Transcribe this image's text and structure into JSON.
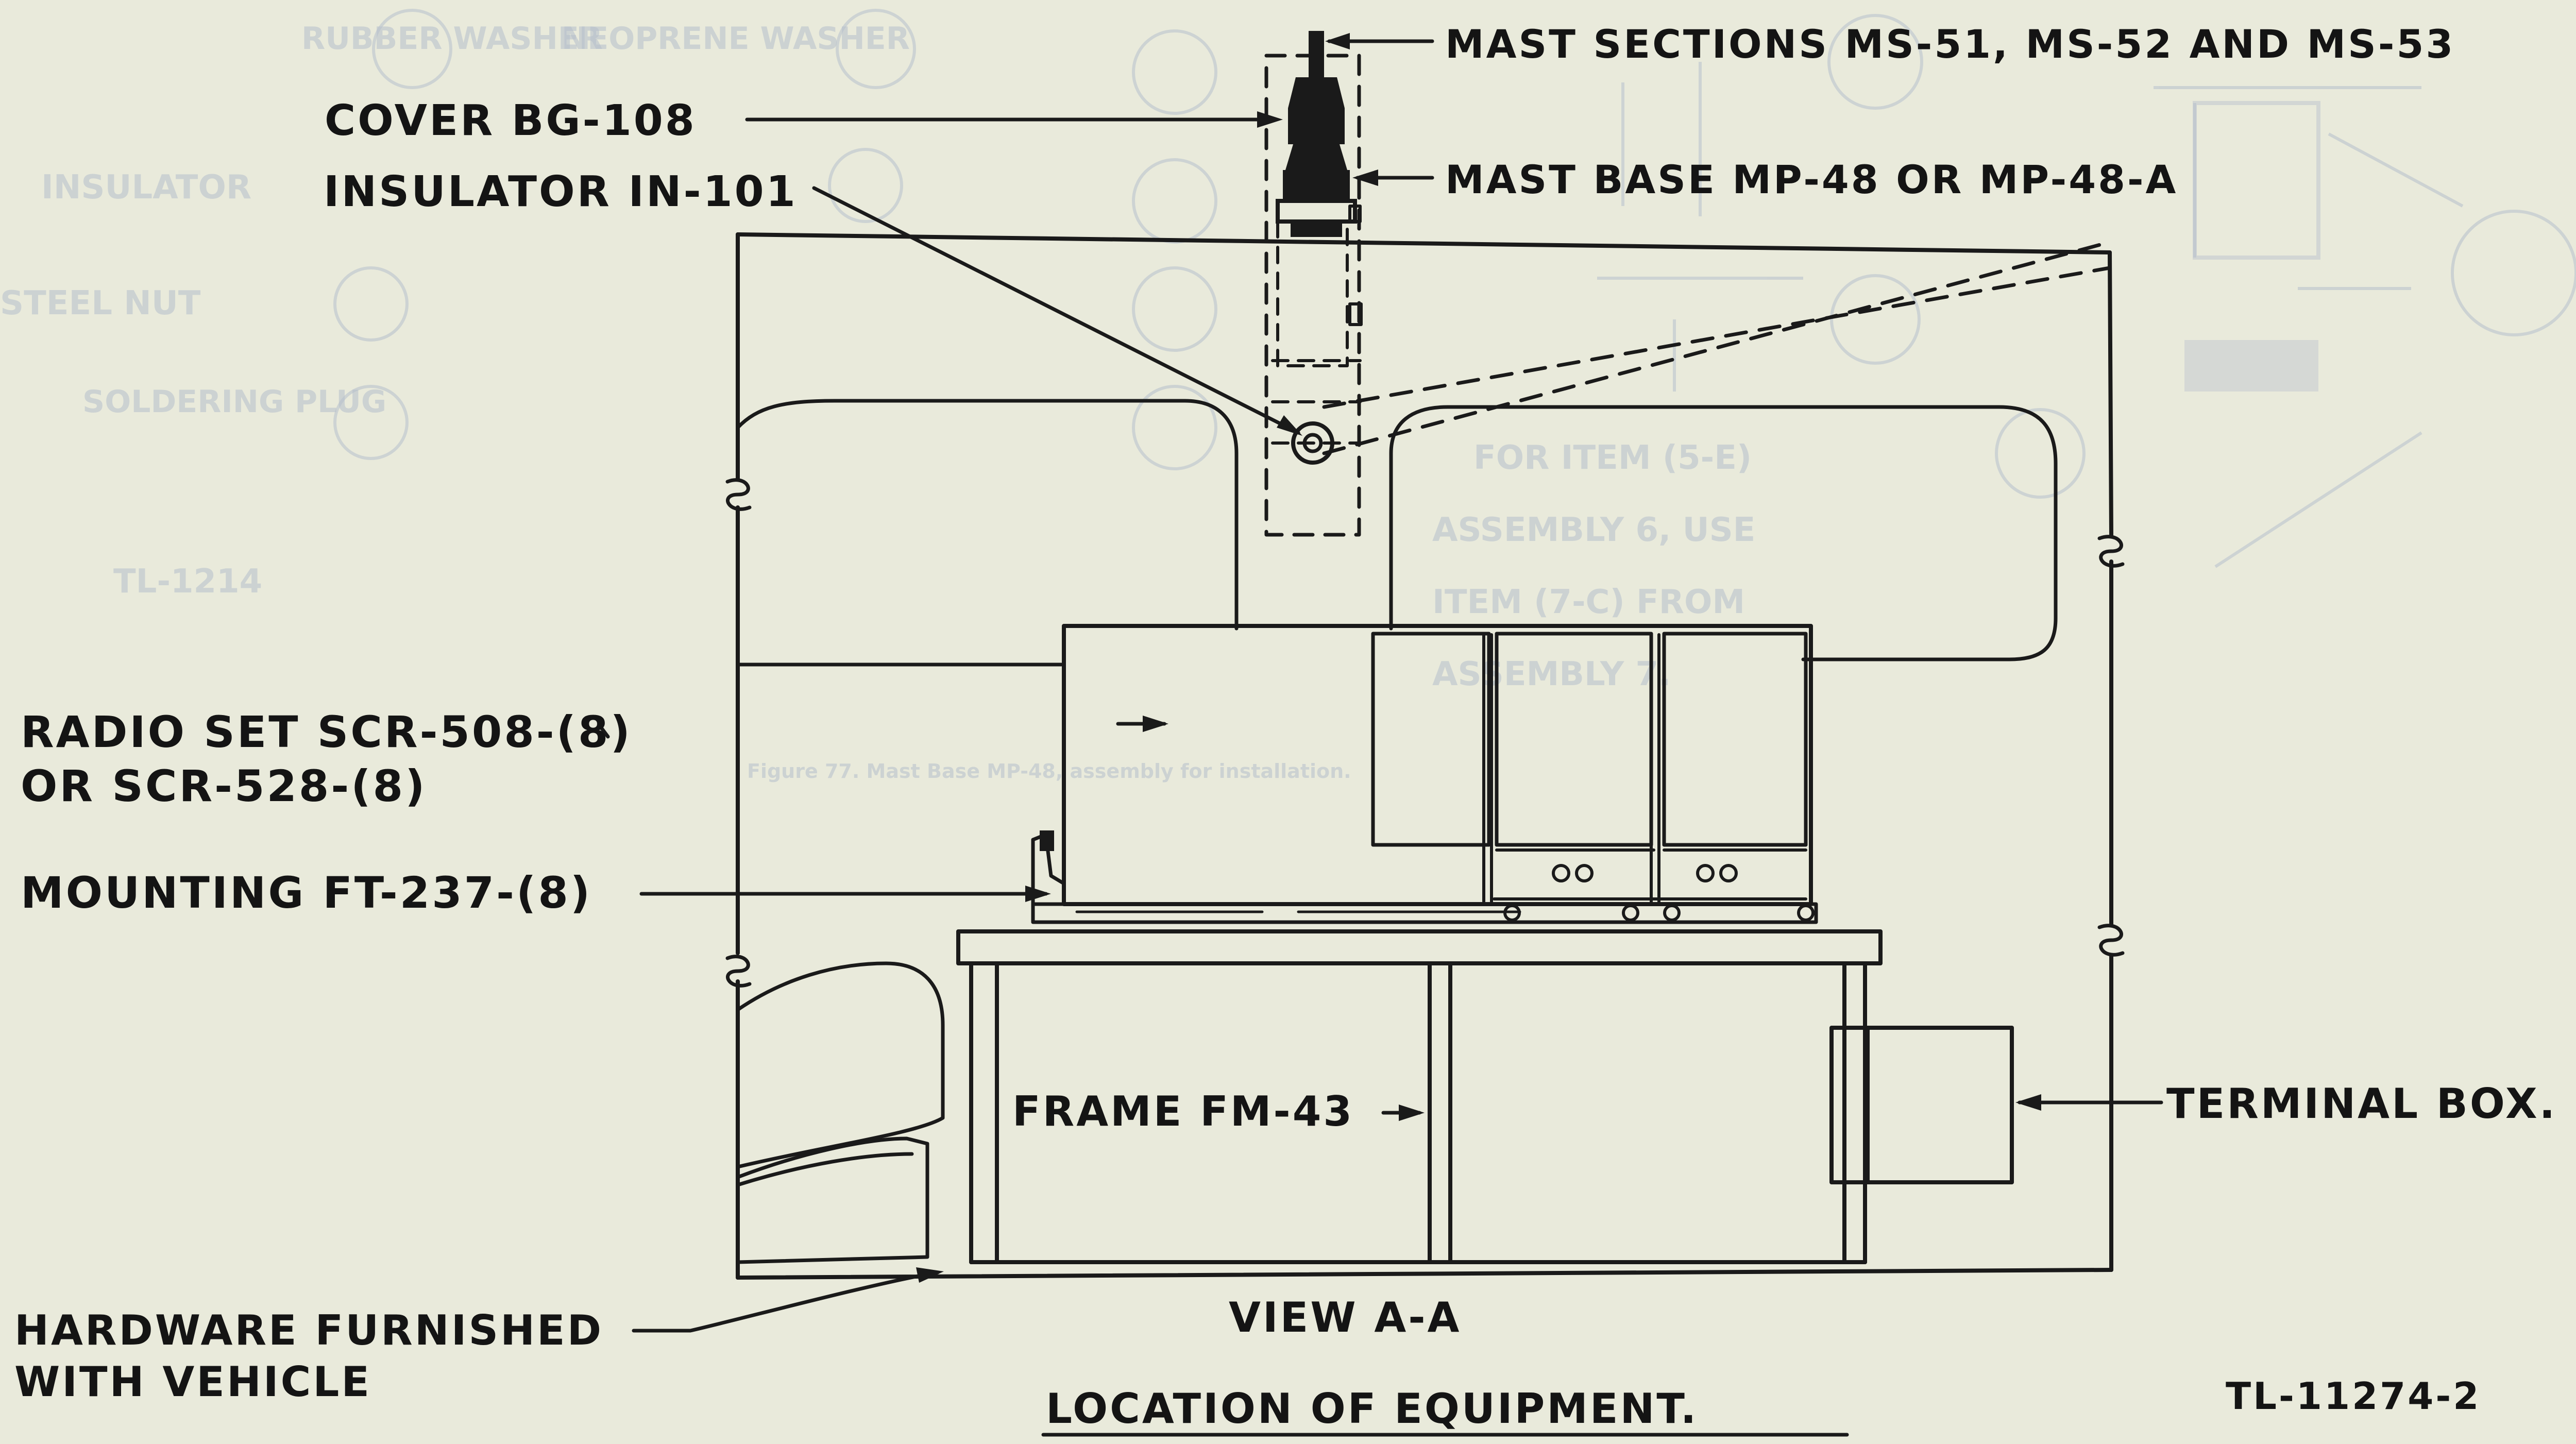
{
  "diagram": {
    "labels": {
      "mast_sections": "MAST SECTIONS MS-51, MS-52 AND MS-53",
      "cover": "COVER BG-108",
      "insulator": "INSULATOR IN-101",
      "mast_base": "MAST BASE MP-48 OR MP-48-A",
      "radio_set_line1": "RADIO SET SCR-508-(8)",
      "radio_set_line2": "OR SCR-528-(8)",
      "mounting": "MOUNTING FT-237-(8)",
      "frame": "FRAME FM-43",
      "terminal_box": "TERMINAL BOX.",
      "hardware_line1": "HARDWARE FURNISHED",
      "hardware_line2": "WITH VEHICLE",
      "view": "VIEW A-A",
      "caption": "LOCATION OF EQUIPMENT.",
      "figure_code": "TL-11274-2"
    },
    "bleed_through": {
      "rubber_washer": "RUBBER WASHER",
      "neoprene_washer": "NEOPRENE WASHER",
      "insulator": "INSULATOR",
      "steel_nut": "STEEL NUT",
      "soldering_plug": "SOLDERING PLUG",
      "tl_code": "TL-1214",
      "note_line1": "FOR ITEM (5-E)",
      "note_line2": "ASSEMBLY 6, USE",
      "note_line3": "ITEM (7-C) FROM",
      "note_line4": "ASSEMBLY 7.",
      "figure_caption": "Figure 77. Mast Base MP-48, assembly for installation."
    },
    "colors": {
      "paper": "#e9eadb",
      "ink": "#1a1a1a",
      "bleed_through": "#b6bfcc"
    }
  }
}
